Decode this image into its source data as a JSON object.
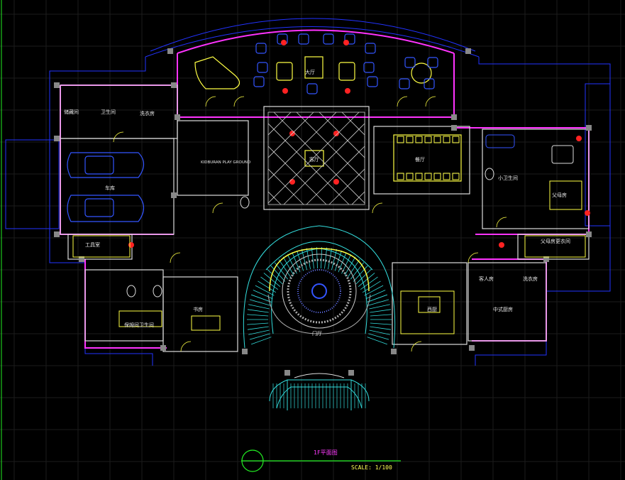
{
  "drawing": {
    "title": "1F平面图",
    "scale": "SCALE: 1/100",
    "background": "#000000",
    "colors": {
      "wall": "#ff33ff",
      "outline": "#2233ff",
      "furniture": "#ffff44",
      "stair": "#33dddd",
      "grid": "#1a1a1a",
      "text": "#e8e8e8",
      "red": "#ff2222",
      "green": "#22ee22"
    }
  },
  "rooms": {
    "hall": "大厅",
    "living": "客厅",
    "dining": "餐厅",
    "garage": "车库",
    "play": "KIDBURAN PLAY GROUND",
    "storage": "储藏间",
    "laundry": "洗衣房",
    "wc": "卫生间",
    "tool": "工具室",
    "nanny": "保姆间卫生间",
    "study": "书房",
    "foyer": "门厅",
    "kitchen": "西厨",
    "chinese_kitchen": "中式厨房",
    "guest_room": "客人房",
    "wash": "洗衣房",
    "parents_room": "父母房",
    "parents_closet": "父母房更衣间",
    "small_wc": "小卫生间"
  }
}
